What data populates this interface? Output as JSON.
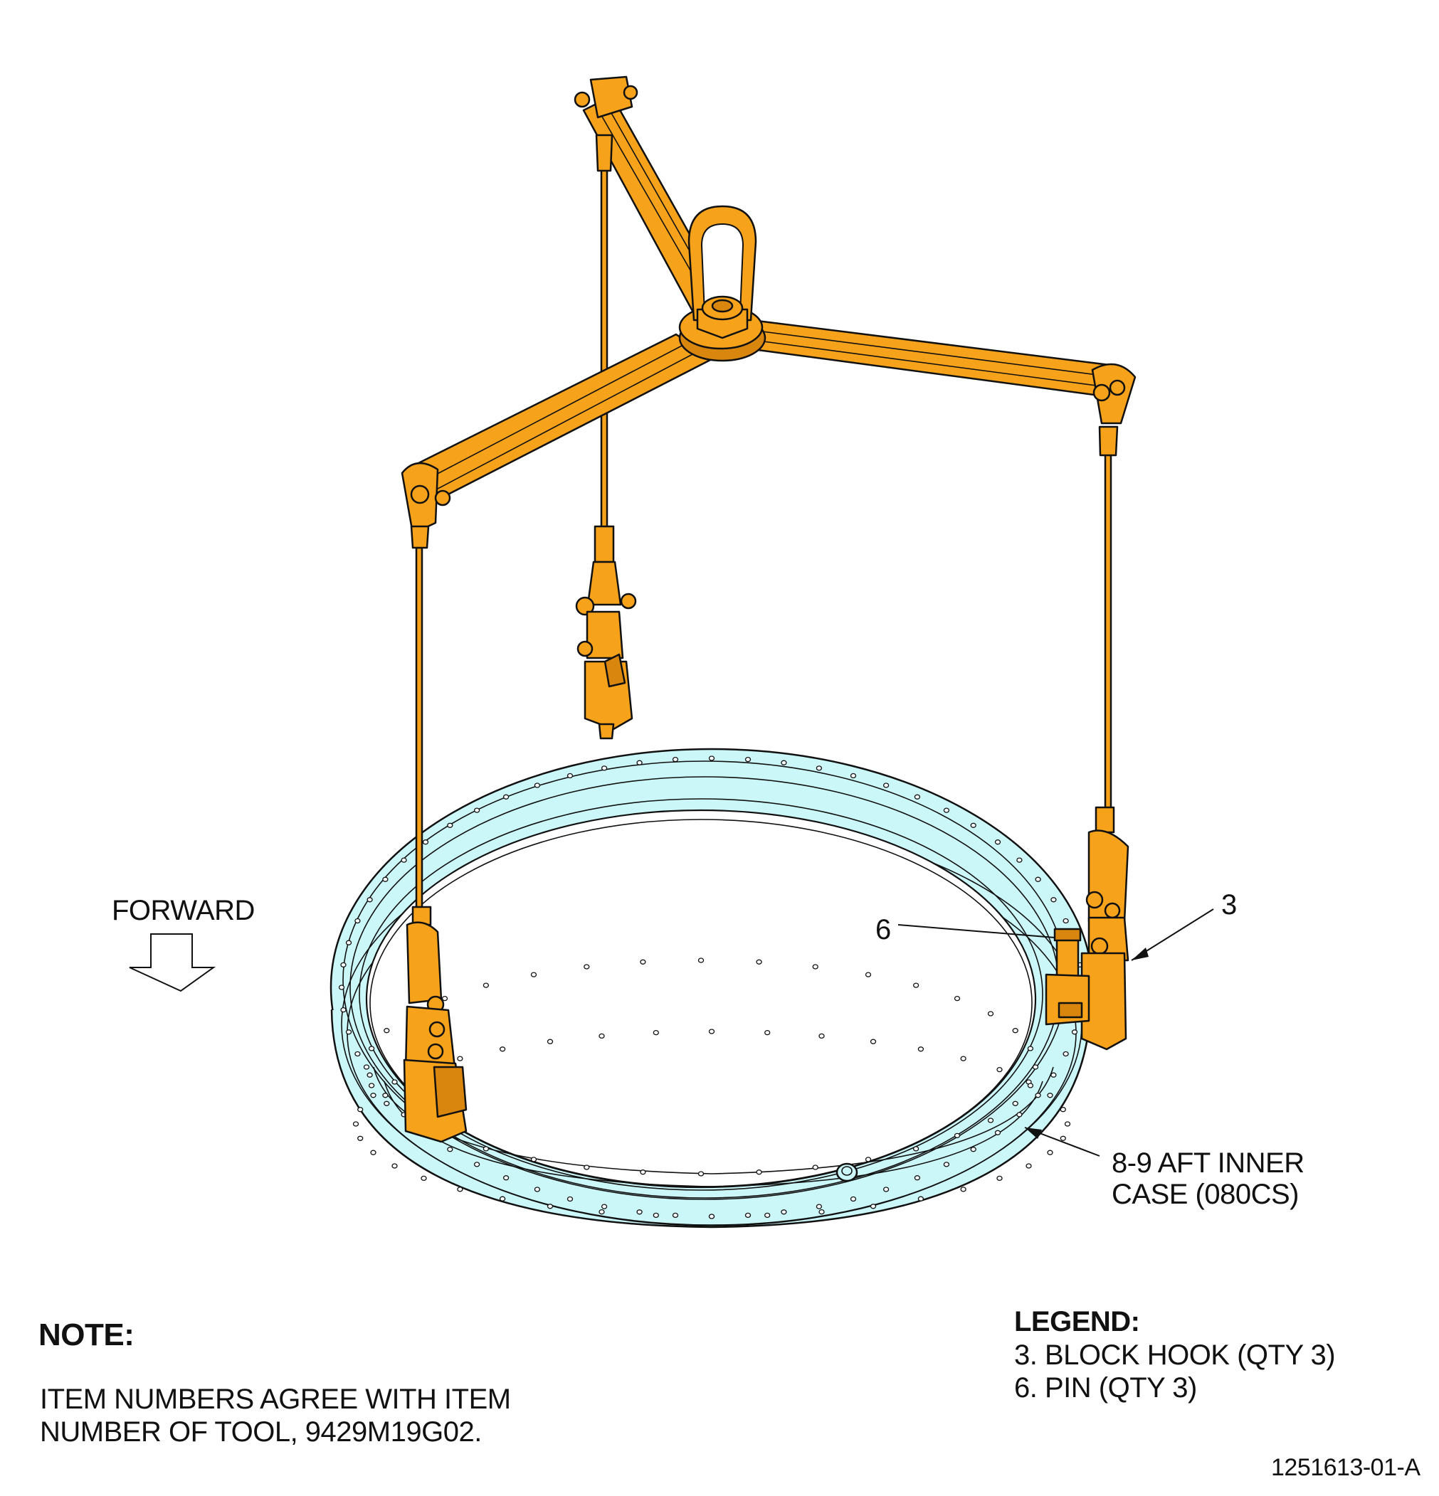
{
  "callouts": {
    "forward": "FORWARD",
    "item_3": "3",
    "item_6": "6",
    "case_line1": "8-9 AFT INNER",
    "case_line2": "CASE (080CS)"
  },
  "note": {
    "title": "NOTE:",
    "line1": "ITEM NUMBERS AGREE WITH ITEM",
    "line2": "NUMBER OF TOOL, 9429M19G02."
  },
  "legend": {
    "title": "LEGEND:",
    "items": [
      "3. BLOCK HOOK (QTY 3)",
      "6. PIN (QTY 3)"
    ]
  },
  "figure_id": "1251613-01-A",
  "colors": {
    "fixture": "#F7A21B",
    "fixture_dark": "#C9770A",
    "case": "#CCF7F9",
    "line": "#111111"
  }
}
